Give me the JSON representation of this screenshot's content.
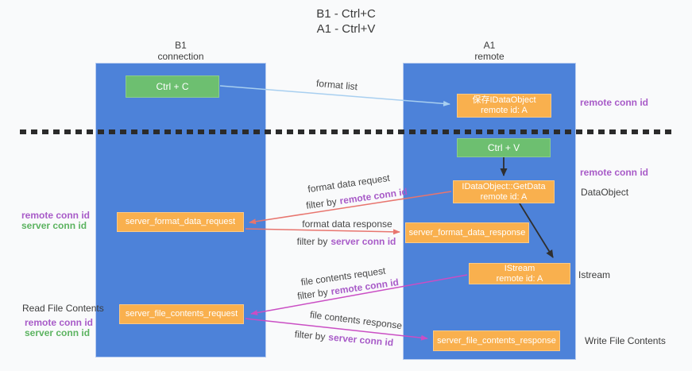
{
  "title": {
    "line1": "B1 - Ctrl+C",
    "line2": "A1 - Ctrl+V"
  },
  "columns": {
    "b1": {
      "name": "B1",
      "subtitle": "connection"
    },
    "a1": {
      "name": "A1",
      "subtitle": "remote"
    }
  },
  "boxes": {
    "ctrl_c": {
      "label": "Ctrl + C"
    },
    "save_dataobject": {
      "line1": "保存IDataObject",
      "line2": "remote id: A"
    },
    "ctrl_v": {
      "label": "Ctrl + V"
    },
    "getdata": {
      "line1": "IDataObject::GetData",
      "line2": "remote id: A"
    },
    "server_format_data_request": {
      "label": "server_format_data_request"
    },
    "server_format_data_response": {
      "label": "server_format_data_response"
    },
    "istream": {
      "line1": "IStream",
      "line2": "remote id: A"
    },
    "server_file_contents_request": {
      "label": "server_file_contents_request"
    },
    "server_file_contents_response": {
      "label": "server_file_contents_response"
    }
  },
  "arrow_labels": {
    "format_list": "format list",
    "format_data_request": "format data request",
    "format_data_response": "format data response",
    "file_contents_request": "file contents request",
    "file_contents_response": "file contents response",
    "filter_by": "filter by"
  },
  "side_labels": {
    "remote_conn_id": "remote conn id",
    "server_conn_id": "server conn id",
    "dataobject": "DataObject",
    "istream": "Istream",
    "read_file_contents": "Read File Contents",
    "write_file_contents": "Write File Contents"
  },
  "colors": {
    "lifeline_blue": "#4d82d9",
    "box_orange": "#f9b04e",
    "box_green": "#6dbf70",
    "arrow_light_blue": "#a8cff0",
    "arrow_red": "#e8756e",
    "arrow_magenta": "#ca4ec4",
    "arrow_black": "#2f2f2f",
    "conn_id_purple": "#a85bc8",
    "conn_id_green": "#5cb360",
    "divider_black": "#2b2b2b"
  }
}
